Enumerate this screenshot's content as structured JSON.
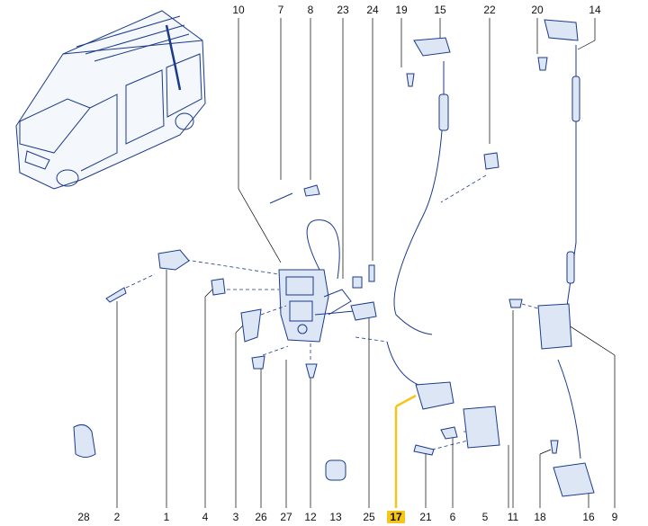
{
  "diagram": {
    "highlight_color": "#f5c518",
    "line_color": "#1a3a8a",
    "top_labels": [
      "10",
      "7",
      "8",
      "23",
      "24",
      "19",
      "15",
      "22",
      "20",
      "14"
    ],
    "bottom_labels": [
      "28",
      "2",
      "1",
      "4",
      "3",
      "26",
      "27",
      "12",
      "13",
      "25",
      "17",
      "21",
      "6",
      "5",
      "11",
      "18",
      "16",
      "9"
    ],
    "highlighted_label": "17"
  }
}
